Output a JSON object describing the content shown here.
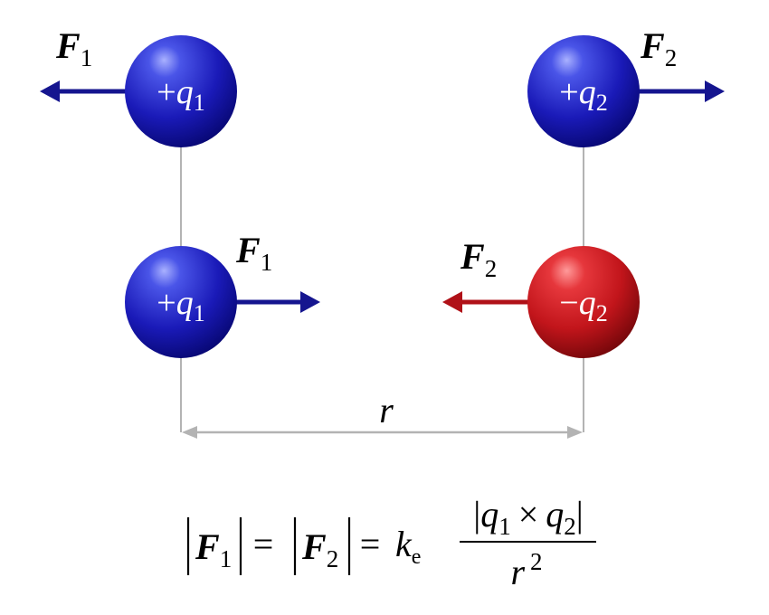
{
  "colors": {
    "positive_charge": "#1a1ab0",
    "negative_charge": "#c0161c",
    "force_positive": "#15158f",
    "force_negative": "#b01118",
    "guide_line": "#b3b3b3",
    "text": "#000000",
    "charge_text": "#ffffff"
  },
  "charges": {
    "top_left": {
      "sign": "+",
      "symbol": "q",
      "index": "1"
    },
    "top_right": {
      "sign": "+",
      "symbol": "q",
      "index": "2"
    },
    "bottom_left": {
      "sign": "+",
      "symbol": "q",
      "index": "1"
    },
    "bottom_right": {
      "sign": "−",
      "symbol": "q",
      "index": "2"
    }
  },
  "forces": {
    "top_left": {
      "symbol": "F",
      "index": "1"
    },
    "top_right": {
      "symbol": "F",
      "index": "2"
    },
    "bottom_left": {
      "symbol": "F",
      "index": "1"
    },
    "bottom_right": {
      "symbol": "F",
      "index": "2"
    }
  },
  "distance": {
    "symbol": "r"
  },
  "formula": {
    "bar": "|",
    "force1_symbol": "F",
    "force1_index": "1",
    "equals": "=",
    "force2_symbol": "F",
    "force2_index": "2",
    "constant_symbol": "k",
    "constant_index": "e",
    "num_q1_symbol": "q",
    "num_q1_index": "1",
    "times": "×",
    "num_q2_symbol": "q",
    "num_q2_index": "2",
    "den_symbol": "r",
    "den_exponent": "2"
  }
}
